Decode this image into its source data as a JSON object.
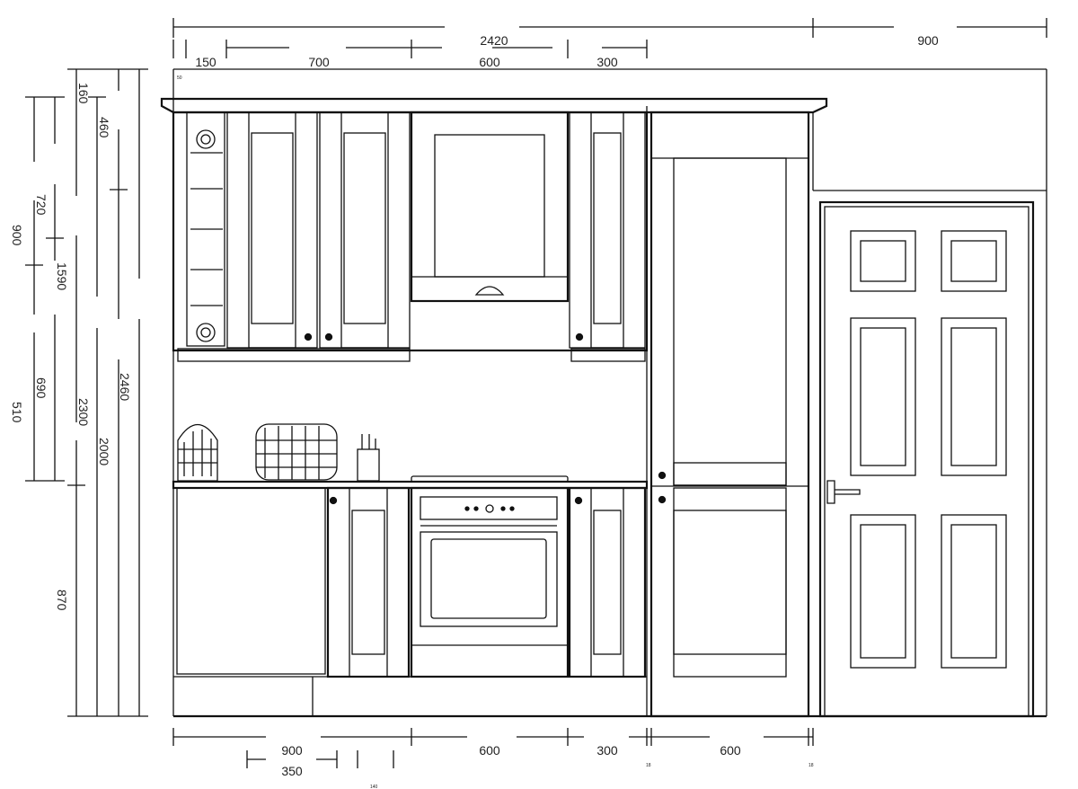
{
  "dimensions": {
    "top_overall": "2420",
    "top_right": "900",
    "top": [
      "150",
      "700",
      "600",
      "300"
    ],
    "top_small": "50",
    "bottom": [
      "900",
      "600",
      "300",
      "600"
    ],
    "bottom_second": "350",
    "bottom_small": [
      "140",
      "18",
      "18"
    ],
    "left": [
      "160",
      "460",
      "720",
      "900",
      "1590",
      "690",
      "510",
      "2300",
      "2460",
      "2000",
      "870"
    ]
  }
}
